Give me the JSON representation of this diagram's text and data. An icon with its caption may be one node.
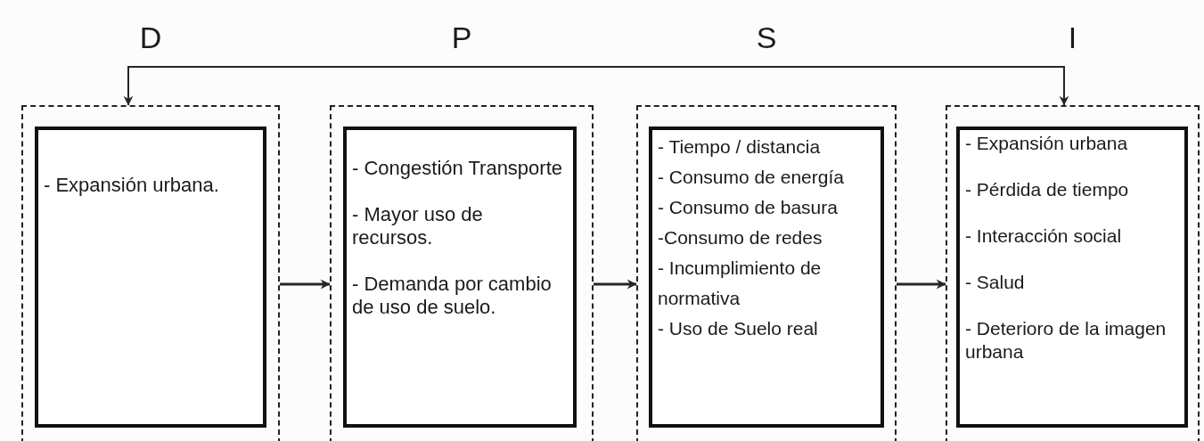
{
  "diagram": {
    "nodes": [
      {
        "text": [
          "D"
        ]
      },
      {
        "text": [
          "- Expansión urbana."
        ],
        "in": 0
      },
      {
        "text": [
          "P"
        ]
      },
      {
        "text": [
          "- Congestión Transporte",
          "- Mayor uso de recursos.",
          "- Demanda por cambio de uso de suelo."
        ],
        "in": 2
      },
      {
        "text": [
          "S"
        ]
      },
      {
        "text": [
          "- Tiempo / distancia",
          "- Consumo de energía",
          "- Consumo de basura",
          "-Consumo de redes",
          "- Incumplimiento de normativa",
          "- Uso de Suelo real"
        ],
        "in": 4
      },
      {
        "text": [
          "I"
        ]
      },
      {
        "text": [
          "- Expansión urbana",
          "- Pérdida de tiempo",
          "- Interacción social",
          "- Salud",
          "- Deterioro de la imagen urbana"
        ],
        "in": 6
      }
    ],
    "edges": [
      {
        "from": 0,
        "to": 2,
        "arrow": "to"
      },
      {
        "from": 2,
        "to": 4,
        "arrow": "to"
      },
      {
        "from": 4,
        "to": 6,
        "arrow": "to"
      },
      {
        "from": 0,
        "to": 6,
        "arrow": "both"
      }
    ]
  }
}
